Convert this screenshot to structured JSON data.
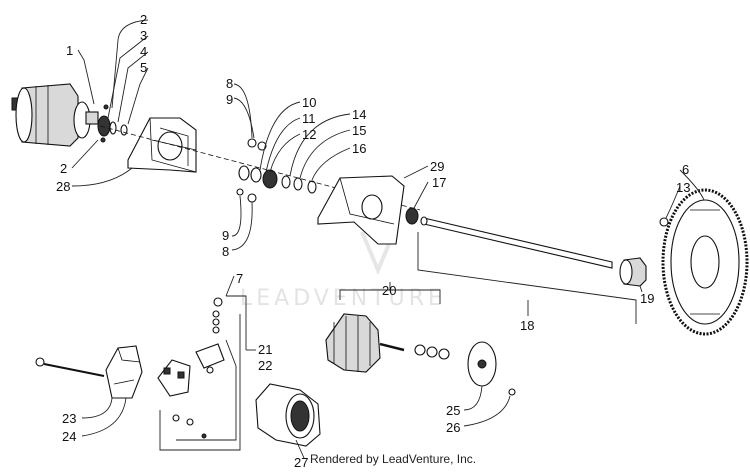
{
  "watermark": "LEADVENTURE",
  "credit": "Rendered by LeadVenture, Inc.",
  "callouts": {
    "c1": "1",
    "c2a": "2",
    "c2b": "2",
    "c3": "3",
    "c4": "4",
    "c5": "5",
    "c6": "6",
    "c7": "7",
    "c8a": "8",
    "c8b": "8",
    "c9a": "9",
    "c9b": "9",
    "c10": "10",
    "c11": "11",
    "c12": "12",
    "c13": "13",
    "c14": "14",
    "c15": "15",
    "c16": "16",
    "c17": "17",
    "c18": "18",
    "c19": "19",
    "c20": "20",
    "c21": "21",
    "c22": "22",
    "c23": "23",
    "c24": "24",
    "c25": "25",
    "c26": "26",
    "c27": "27",
    "c28": "28",
    "c29": "29"
  }
}
